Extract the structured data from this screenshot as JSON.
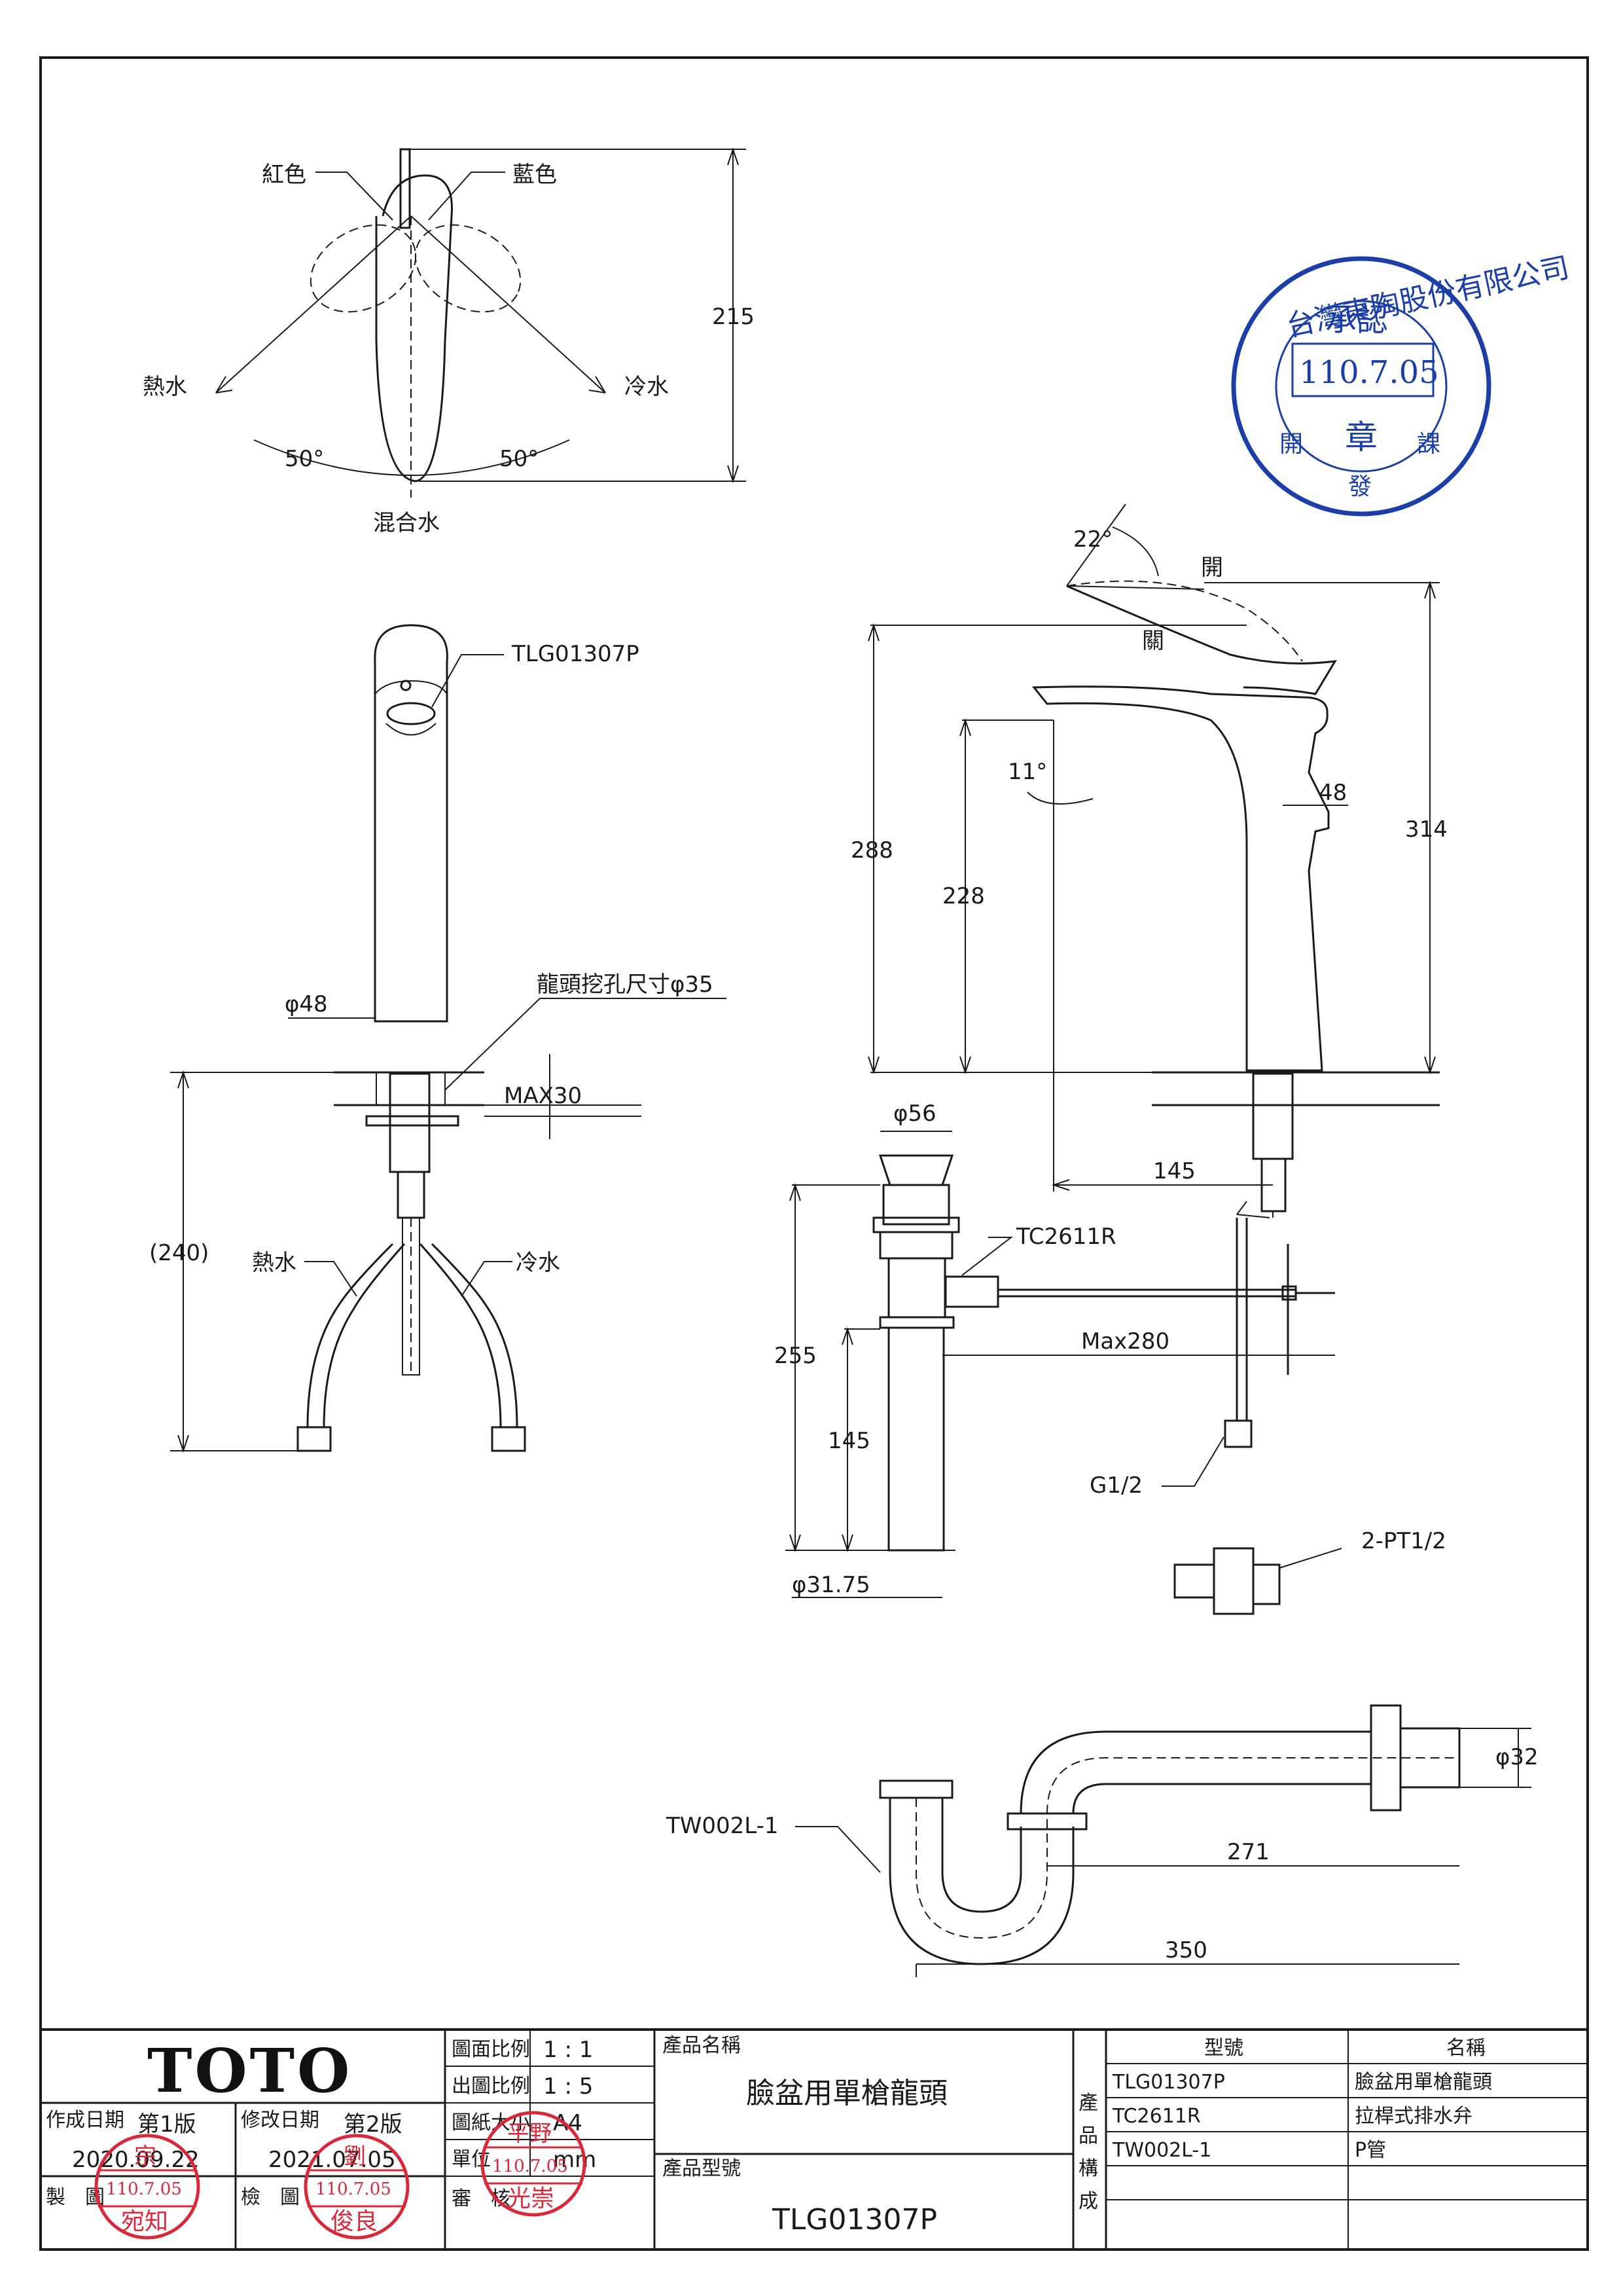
{
  "top_view": {
    "red_label": "紅色",
    "blue_label": "藍色",
    "hot_label": "熱水",
    "cold_label": "冷水",
    "mix_label": "混合水",
    "angle_left": "50°",
    "angle_right": "50°",
    "height_dim": "215"
  },
  "front_view": {
    "model_label": "TLG01307P",
    "diameter": "φ48",
    "hole_label": "龍頭挖孔尺寸φ35",
    "max_thickness": "MAX30",
    "hose_length": "(240)",
    "hot_label": "熱水",
    "cold_label": "冷水"
  },
  "side_view": {
    "open_angle": "22°",
    "open_label": "開",
    "close_label": "關",
    "spout_angle": "11°",
    "dim_288": "288",
    "dim_228": "228",
    "dim_48": "48",
    "dim_314": "314",
    "dim_145": "145"
  },
  "drain": {
    "diameter_top": "φ56",
    "model_label": "TC2611R",
    "max_label": "Max280",
    "dim_255": "255",
    "dim_145": "145",
    "diameter_bottom": "φ31.75",
    "thread_label": "G1/2",
    "valve_label": "2-PT1/2"
  },
  "trap": {
    "model_label": "TW002L-1",
    "diameter": "φ32",
    "dim_271": "271",
    "dim_350": "350"
  },
  "approval_stamp": {
    "company": "台灣東陶股份有限公司",
    "approve": "承認",
    "date": "110.7.05",
    "seal": "章",
    "dept_left": "開",
    "dept_mid": "發",
    "dept_right": "課",
    "color": "#1b3fa6"
  },
  "title_block": {
    "logo": "TOTO",
    "scale_drawing_label": "圖面比例",
    "scale_drawing_value": "1 : 1",
    "scale_print_label": "出圖比例",
    "scale_print_value": "1 : 5",
    "paper_label": "圖紙大小",
    "paper_value": "A4",
    "unit_label": "單位",
    "unit_value": "mm",
    "review_label": "審　核",
    "created_label": "作成日期",
    "version1": "第1版",
    "created_date": "2020.09.22",
    "modified_label": "修改日期",
    "version2": "第2版",
    "modified_date": "2021.07.05",
    "drawn_label": "製　圖",
    "checked_label": "檢　圖",
    "product_name_label": "產品名稱",
    "product_name": "臉盆用單槍龍頭",
    "product_model_label": "產品型號",
    "product_model": "TLG01307P",
    "composition_label": [
      "產",
      "品",
      "構",
      "成"
    ],
    "table_headers": [
      "型號",
      "名稱"
    ],
    "table_rows": [
      [
        "TLG01307P",
        "臉盆用單槍龍頭"
      ],
      [
        "TC2611R",
        "拉桿式排水弁"
      ],
      [
        "TW002L-1",
        "P管"
      ]
    ],
    "stamps": [
      {
        "top": "宗",
        "date": "110.7.05",
        "name": "宛知"
      },
      {
        "top": "劉",
        "date": "110.7.05",
        "name": "俊良"
      },
      {
        "top": "平野",
        "date": "110.7.05",
        "name": "光崇"
      }
    ],
    "stamp_color": "#d8283a"
  }
}
